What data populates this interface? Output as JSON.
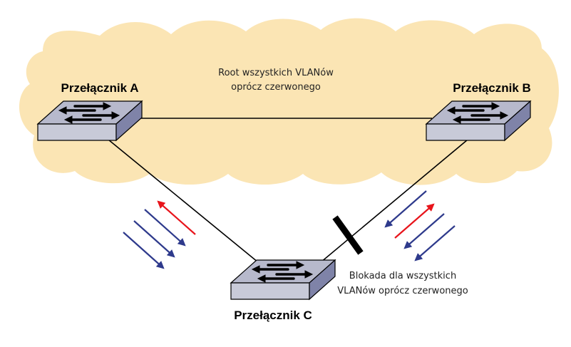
{
  "switches": {
    "a": {
      "label": "Przełącznik A"
    },
    "b": {
      "label": "Przełącznik B"
    },
    "c": {
      "label": "Przełącznik C"
    }
  },
  "root_note": {
    "line1": "Root wszystkich VLANów",
    "line2": "oprócz czerwonego"
  },
  "block_note": {
    "line1": "Blokada dla wszystkich",
    "line2": "VLANów oprócz czerwonego"
  },
  "colors": {
    "cloud": "#fbe5b4",
    "vlan_blue": "#2e3a8c",
    "vlan_red": "#e8141b",
    "switch_top": "#b7b9cc",
    "switch_front": "#c8cad8",
    "switch_side": "#7f83a8",
    "block": "#000000"
  },
  "vlan_flows": {
    "left_link": {
      "direction": "toward Przełącznik A",
      "red_vlans": 1,
      "blue_vlans": 3
    },
    "right_link": {
      "direction": "toward Przełącznik B",
      "red_vlans": 1,
      "blue_vlans": 3
    }
  }
}
